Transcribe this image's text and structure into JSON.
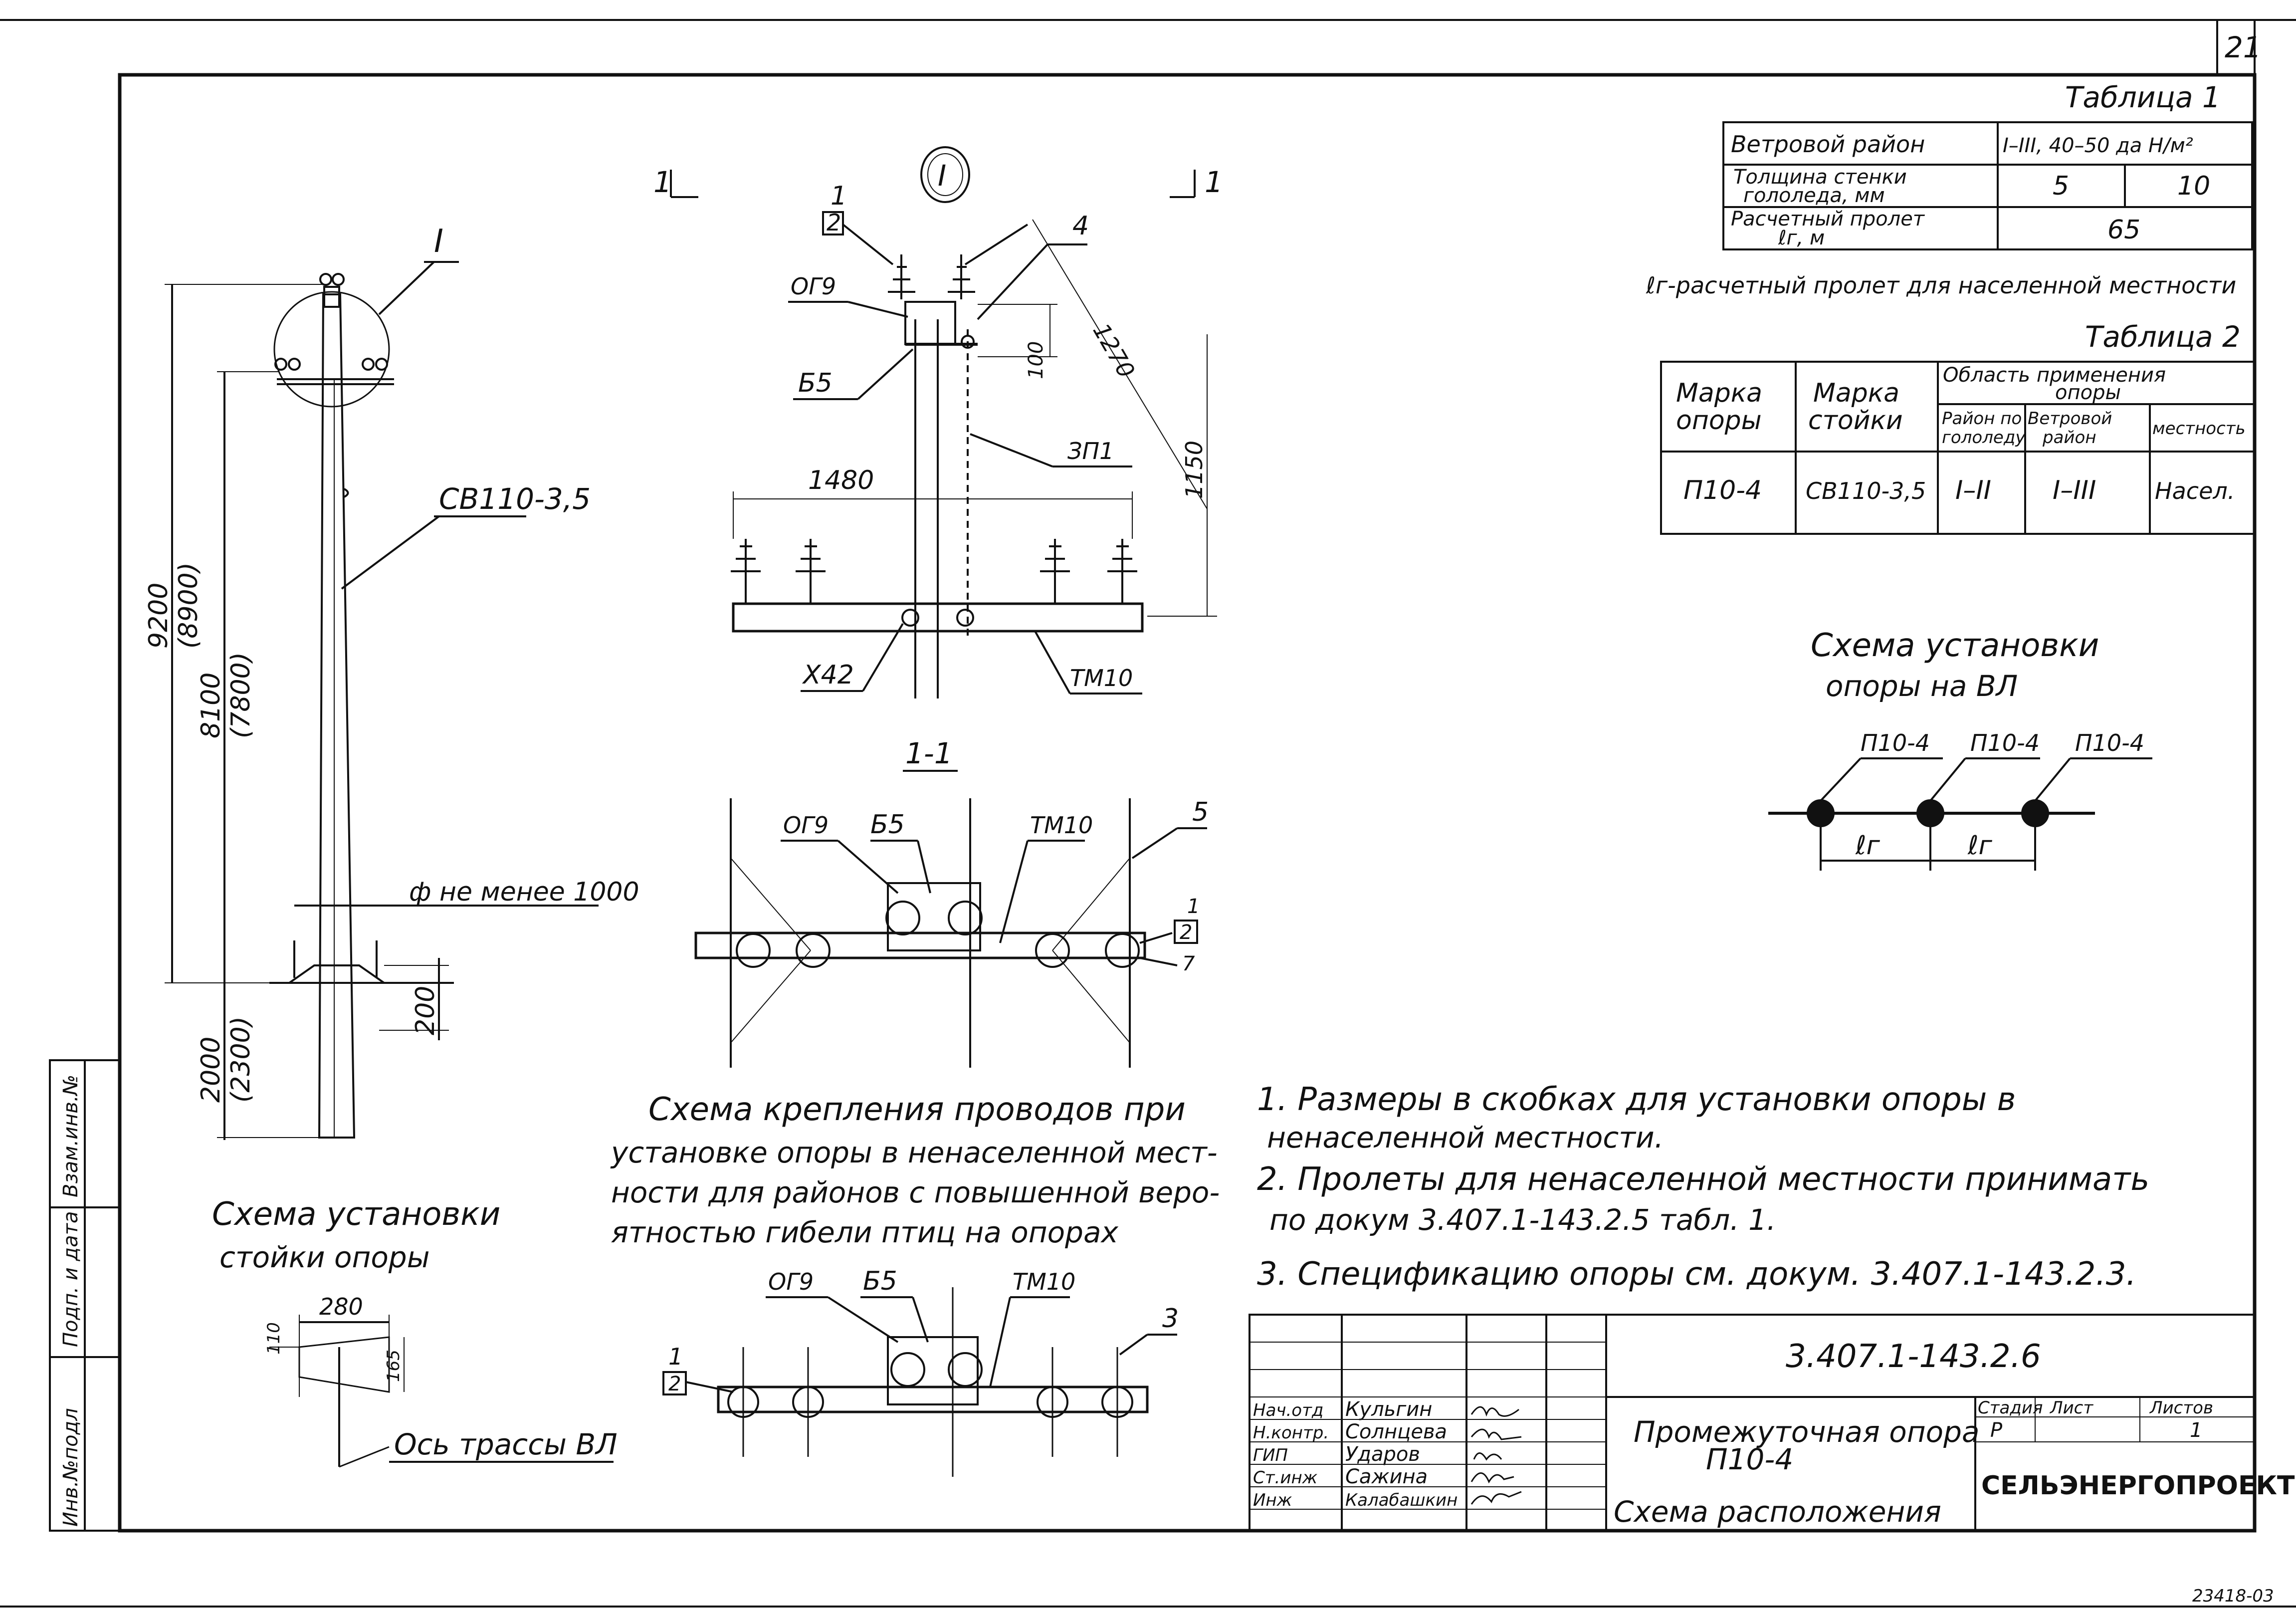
{
  "sheet": {
    "page_number": "21",
    "footer_code": "23418-03"
  },
  "table1": {
    "title": "Таблица 1",
    "r1_label": "Ветровой район",
    "r1_value": "I–III, 40–50 да Н/м²",
    "r2_label_a": "Толщина стенки",
    "r2_label_b": "гололеда, мм",
    "r2_v1": "5",
    "r2_v2": "10",
    "r3_label_a": "Расчетный пролет",
    "r3_label_b": "ℓг, м",
    "r3_value": "65",
    "note": "ℓг-расчетный пролет для населенной местности"
  },
  "table2": {
    "title": "Таблица 2",
    "h_marka_opory_a": "Марка",
    "h_marka_opory_b": "опоры",
    "h_marka_stoyki_a": "Марка",
    "h_marka_stoyki_b": "стойки",
    "h_area_a": "Область применения",
    "h_area_b": "опоры",
    "h_ice_a": "Район по",
    "h_ice_b": "гололеду",
    "h_wind_a": "Ветровой",
    "h_wind_b": "район",
    "h_place": "местность",
    "row_support": "П10-4",
    "row_post": "СВ110-3,5",
    "row_ice": "I–II",
    "row_wind": "I–III",
    "row_place": "Насел."
  },
  "line_scheme": {
    "title_a": "Схема установки",
    "title_b": "опоры на ВЛ",
    "supports": [
      "П10-4",
      "П10-4",
      "П10-4"
    ],
    "span_label": "ℓг"
  },
  "pole_view": {
    "callout": "I",
    "post_label": "СВ110-3,5",
    "dim_total": "9200",
    "dim_total_alt": "(8900)",
    "dim_above": "8100",
    "dim_above_alt": "(7800)",
    "dim_below": "2000",
    "dim_below_alt": "(2300)",
    "dim_ground": "200",
    "pit_label": "ф не менее 1000"
  },
  "detail_I": {
    "marker": "I",
    "section_left": "1",
    "section_right": "1",
    "lbl_1": "1",
    "lbl_2": "2",
    "lbl_4": "4",
    "lbl_og9": "ОГ9",
    "lbl_b5": "Б5",
    "lbl_zp1": "ЗП1",
    "lbl_x42": "Х42",
    "lbl_tm10": "ТМ10",
    "dim_100": "100",
    "dim_1270": "1270",
    "dim_1150": "1150",
    "dim_1480": "1480"
  },
  "section_1_1": {
    "title": "1-1",
    "lbl_og9": "ОГ9",
    "lbl_b5": "Б5",
    "lbl_tm10": "ТМ10",
    "lbl_5": "5",
    "lbl_1": "1",
    "lbl_2": "2",
    "lbl_7": "7"
  },
  "birds_scheme": {
    "text_1": "Схема крепления проводов при",
    "text_2": "установке опоры в ненаселенной мест-",
    "text_3": "ности для районов с повышенной веро-",
    "text_4": "ятностью гибели птиц на опорах",
    "lbl_og9": "ОГ9",
    "lbl_b5": "Б5",
    "lbl_tm10": "ТМ10",
    "lbl_3": "3",
    "lbl_1": "1",
    "lbl_2": "2"
  },
  "post_install": {
    "title_a": "Схема установки",
    "title_b": "стойки опоры",
    "dim_280": "280",
    "dim_110": "110",
    "dim_165": "165",
    "axis_label": "Ось трассы ВЛ"
  },
  "notes": [
    "1. Размеры в скобках для установки опоры в",
    "ненаселенной местности.",
    "2. Пролеты для ненаселенной местности принимать",
    "по докум 3.407.1-143.2.5 табл. 1.",
    "3. Спецификацию опоры см. докум. 3.407.1-143.2.3."
  ],
  "side_stamp": [
    "Инв.№подл",
    "Подп. и дата",
    "Взам.инв.№"
  ],
  "title_block": {
    "doc_code": "3.407.1-143.2.6",
    "roles": [
      "Нач.отд",
      "Н.контр.",
      "ГИП",
      "Ст.инж",
      "Инж"
    ],
    "names": [
      "Кульгин",
      "Солнцева",
      "Ударов",
      "Сажина",
      "Калабашкин"
    ],
    "signatures": [
      "Кул",
      "Солн",
      "Уд",
      "Саж",
      "Кал"
    ],
    "title_1": "Промежуточная опора",
    "title_2": "П10-4",
    "title_3": "Схема расположения",
    "stage_hdr": "Стадия",
    "sheet_hdr": "Лист",
    "sheets_hdr": "Листов",
    "stage_val": "Р",
    "sheet_val": "",
    "sheets_val": "1",
    "org": "СЕЛЬЭНЕРГОПРОЕКТ"
  }
}
